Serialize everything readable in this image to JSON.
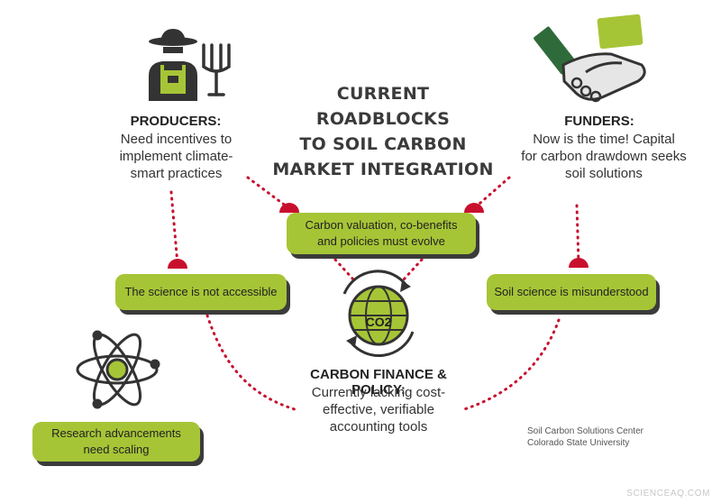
{
  "title": {
    "line1": "CURRENT ROADBLOCKS",
    "line2": "TO SOIL CARBON",
    "line3": "MARKET INTEGRATION"
  },
  "producers": {
    "heading": "PRODUCERS:",
    "line1": "Need incentives to",
    "line2": "implement climate-",
    "line3": "smart practices"
  },
  "funders": {
    "heading": "FUNDERS:",
    "line1": "Now is the time! Capital",
    "line2": "for carbon drawdown seeks",
    "line3": "soil solutions"
  },
  "carbon_finance": {
    "heading": "CARBON FINANCE & POLICY:",
    "line1": "Currently lacking cost-",
    "line2": "effective, verifiable",
    "line3": "accounting tools"
  },
  "roadblocks": {
    "valuation_line1": "Carbon valuation, co-benefits",
    "valuation_line2": "and policies must evolve",
    "science_access": "The science is not accessible",
    "science_misunderstood": "Soil science is misunderstood",
    "research_line1": "Research advancements",
    "research_line2": "need scaling"
  },
  "globe_label": "CO2",
  "credit": {
    "line1": "Soil Carbon Solutions Center",
    "line2": "Colorado State University"
  },
  "watermark": "SCIENCEAQ.COM",
  "colors": {
    "accent_green": "#a6c536",
    "dot_red": "#c8102e",
    "icon_dark": "#333333"
  },
  "icons": [
    "farmer-icon",
    "pitchfork-icon",
    "handshake-icon",
    "co2-globe-icon",
    "atom-icon"
  ]
}
